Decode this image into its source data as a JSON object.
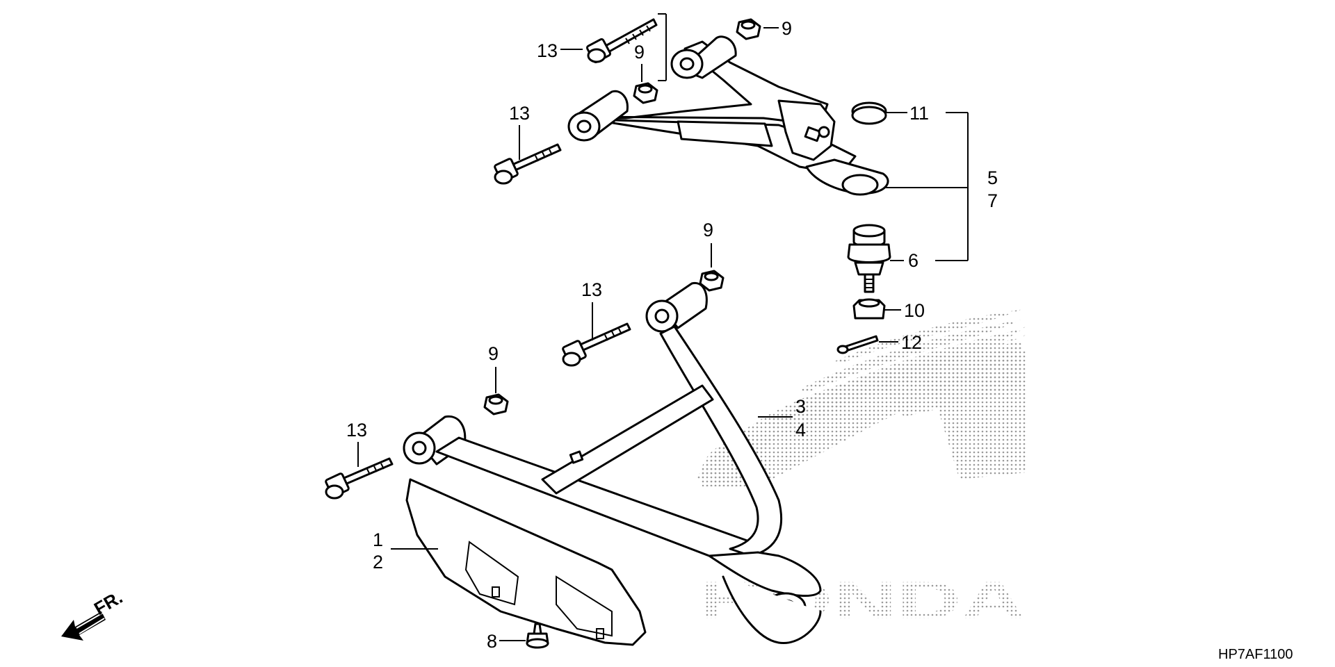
{
  "diagram": {
    "callouts": {
      "c13a": "13",
      "c9a": "9",
      "c9b": "9",
      "c13b": "13",
      "c11": "11",
      "c5": "5",
      "c7": "7",
      "c6": "6",
      "c9c": "9",
      "c13c": "13",
      "c10": "10",
      "c12": "12",
      "c9d": "9",
      "c3": "3",
      "c4": "4",
      "c13d": "13",
      "c1": "1",
      "c2": "2",
      "c8": "8"
    },
    "front_label": "FR.",
    "diagram_code": "HP7AF1100",
    "watermark": {
      "brand": "HONDA",
      "icon": "honda-wing-logo"
    },
    "colors": {
      "ink": "#000000",
      "paper": "#ffffff",
      "watermark": "#9a9a9a"
    }
  }
}
